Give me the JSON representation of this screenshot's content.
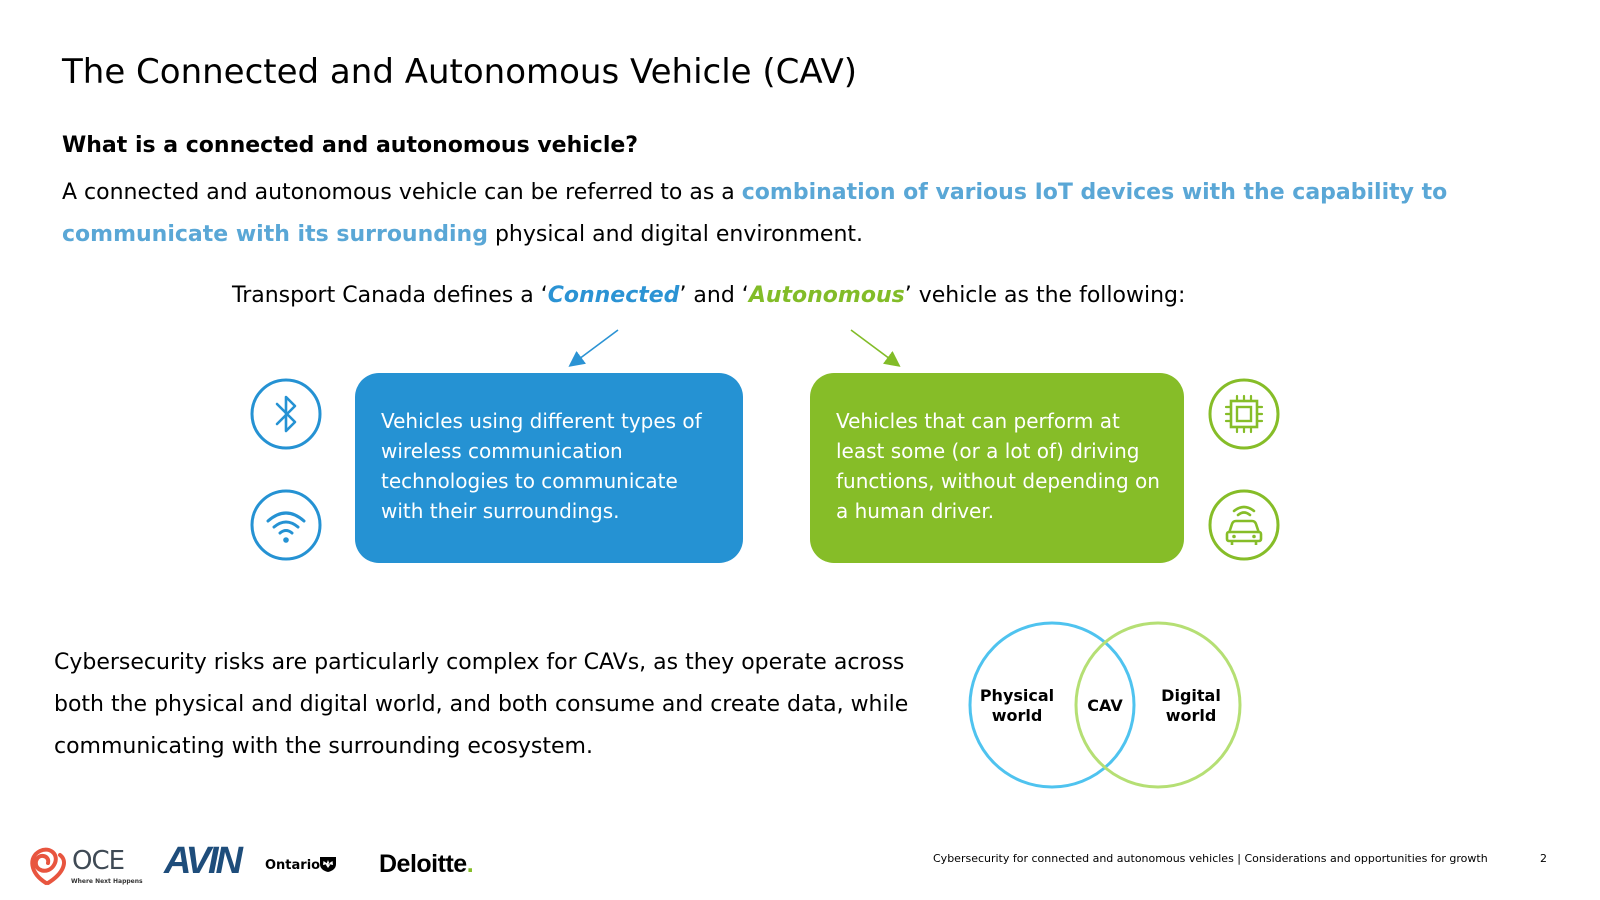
{
  "slide": {
    "title": "The Connected and Autonomous Vehicle (CAV)",
    "question": "What is a connected and autonomous vehicle?",
    "intro": {
      "part1": "A connected and autonomous vehicle can be referred to as a ",
      "highlight": "combination of various IoT devices with the capability to communicate with its surrounding",
      "part2": " physical and digital environment."
    },
    "definition_line": {
      "prefix": "Transport Canada defines a ‘",
      "connected": "Connected",
      "middle": "’ and ‘",
      "autonomous": "Autonomous",
      "suffix": "’ vehicle as the following:"
    },
    "connected_box": "Vehicles using different types of wireless communication technologies to communicate with their surroundings.",
    "autonomous_box": "Vehicles that can perform at least some (or a lot of) driving functions, without depending on a human driver.",
    "risk_text": "Cybersecurity risks are particularly complex for CAVs, as they operate across both the physical and digital world, and both consume and create data, while communicating with the surrounding ecosystem.",
    "venn": {
      "left_line1": "Physical",
      "left_line2": "world",
      "center": "CAV",
      "right_line1": "Digital",
      "right_line2": "world"
    }
  },
  "colors": {
    "connected_blue": "#2592d3",
    "autonomous_green": "#86bd28",
    "highlight_blue": "#5aa7d6",
    "venn_blue": "#4fc3ef",
    "venn_green": "#b5df74"
  },
  "icons": {
    "connected": [
      "bluetooth-icon",
      "wifi-icon"
    ],
    "autonomous": [
      "chip-icon",
      "car-signal-icon"
    ]
  },
  "footer": {
    "text": "Cybersecurity for connected and autonomous vehicles | Considerations and opportunities for growth",
    "page": "2",
    "logos": {
      "oce": "OCE",
      "oce_tagline": "Where Next Happens",
      "avin": "AVIN",
      "ontario": "Ontario",
      "deloitte": "Deloitte",
      "deloitte_dot": "."
    }
  }
}
